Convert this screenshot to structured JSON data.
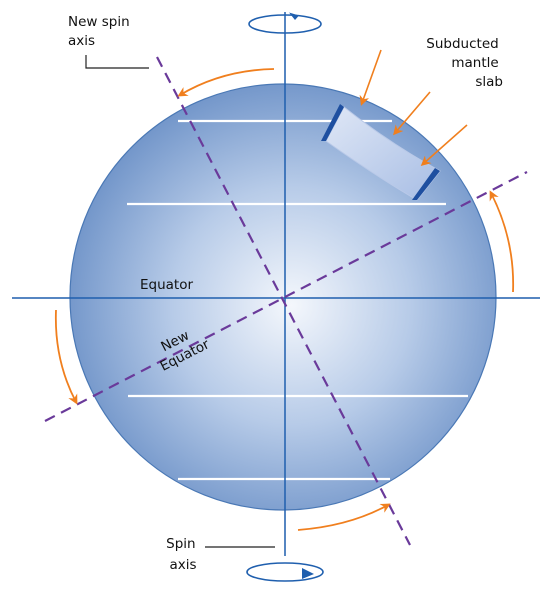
{
  "labels": {
    "new_spin_axis_line1": "New spin",
    "new_spin_axis_line2": "axis",
    "subducted_line1": "Subducted",
    "subducted_line2": "mantle",
    "subducted_line3": "slab",
    "equator": "Equator",
    "new_equator_line1": "New",
    "new_equator_line2": "Equator",
    "spin_axis_line1": "Spin",
    "spin_axis_line2": "axis"
  },
  "colors": {
    "globe_center": "#f2f5fb",
    "globe_mid": "#a9c0e3",
    "globe_edge": "#5b84bf",
    "globe_outline": "#3f6fb0",
    "axis_blue": "#1f5fae",
    "new_axis_purple": "#6a3a9a",
    "arrow_orange": "#f07f1e",
    "latitude_line": "#ffffff",
    "slab_fill": "#c5d3ee",
    "slab_edge": "#1e4fa0"
  }
}
